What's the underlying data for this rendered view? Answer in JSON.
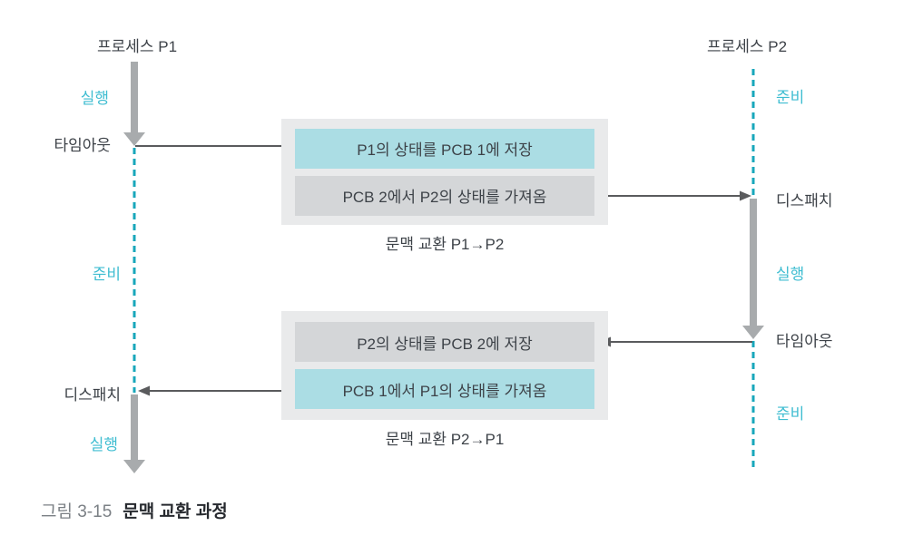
{
  "p1": {
    "title": "프로세스 P1",
    "running_top": "실행",
    "timeout": "타임아웃",
    "ready": "준비",
    "dispatch": "디스패치",
    "running_bottom": "실행"
  },
  "p2": {
    "title": "프로세스 P2",
    "ready_top": "준비",
    "dispatch": "디스패치",
    "running": "실행",
    "timeout": "타임아웃",
    "ready_bottom": "준비"
  },
  "switch1": {
    "save": "P1의 상태를 PCB 1에 저장",
    "load": "PCB 2에서 P2의 상태를 가져옴",
    "label": "문맥 교환 P1→P2"
  },
  "switch2": {
    "save": "P2의 상태를 PCB 2에 저장",
    "load": "PCB 1에서 P1의 상태를 가져옴",
    "label": "문맥 교환 P2→P1"
  },
  "caption": {
    "number": "그림 3-15",
    "title": "문맥 교환 과정"
  },
  "colors": {
    "timeline_dash_teal": "#18a7bb",
    "state_text_cyan": "#3fbdd1",
    "thick_arrow_gray": "#a8abad",
    "thin_arrow_dark": "#5a5b5d",
    "box_cyan": "#abdde4",
    "box_gray": "#d4d6d8",
    "container_gray": "#e9eaeb",
    "label_dark": "#3d4248"
  }
}
